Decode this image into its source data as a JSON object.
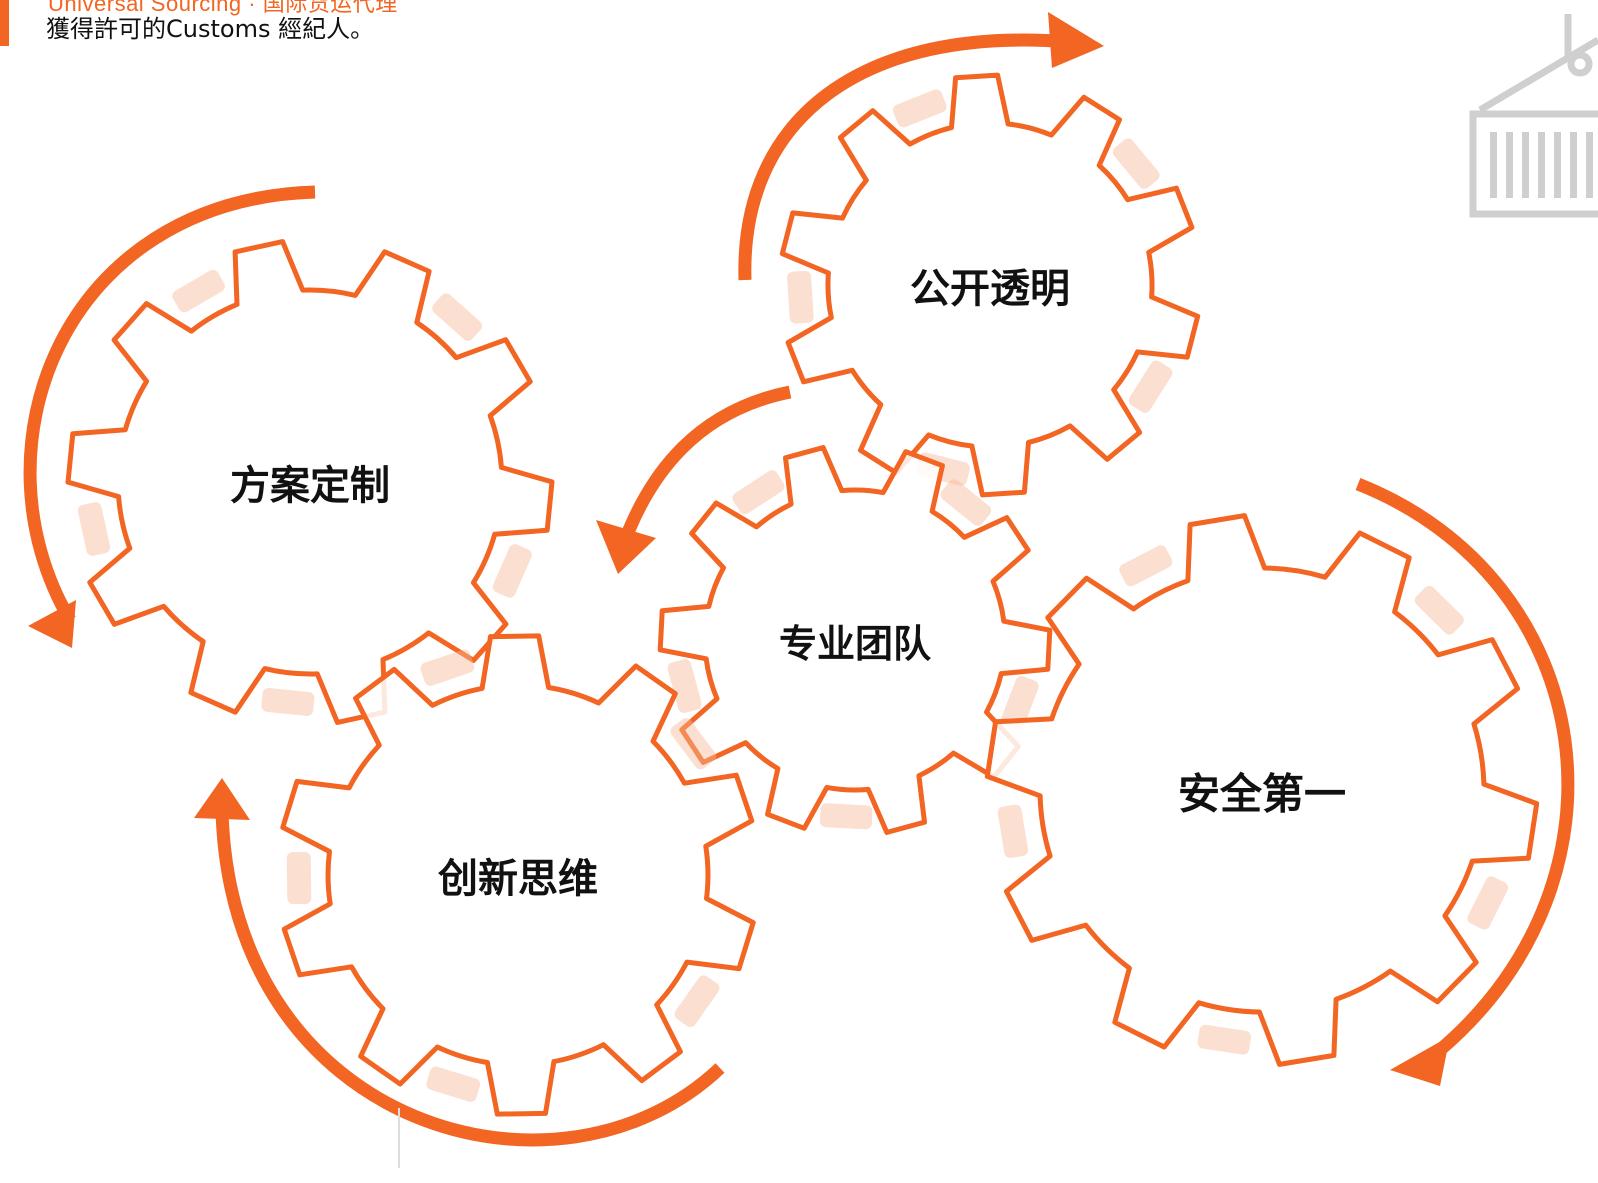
{
  "header": {
    "line1": "Universal Sourcing · 国际货运代理",
    "line2": "獲得許可的Customs 經紀人。"
  },
  "gears": [
    {
      "id": "fangan",
      "label": "方案定制"
    },
    {
      "id": "gongkai",
      "label": "公开透明"
    },
    {
      "id": "zhuanye",
      "label": "专业团队"
    },
    {
      "id": "chuangxin",
      "label": "创新思维"
    },
    {
      "id": "anquan",
      "label": "安全第一"
    }
  ],
  "colors": {
    "accent": "#f26522",
    "accent_light": "#f7b896",
    "text": "#111111",
    "icon_gray": "#cfcfcf"
  },
  "icons": {
    "container": "shipping-container-icon"
  }
}
